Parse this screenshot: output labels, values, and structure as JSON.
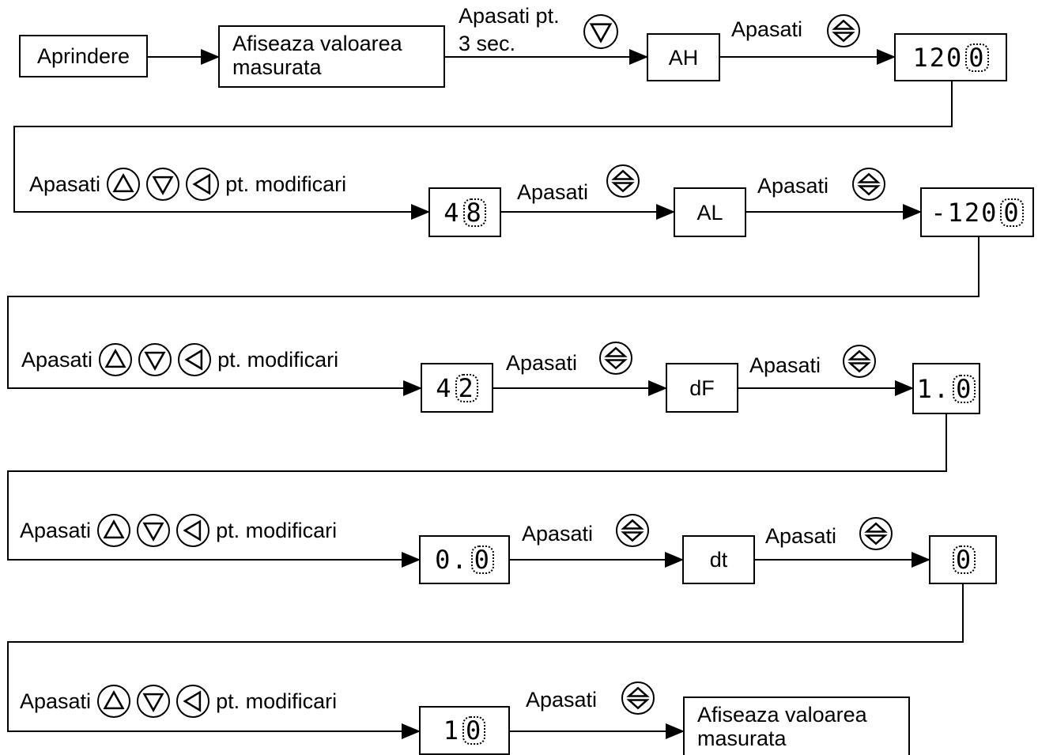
{
  "steps": {
    "power_on": "Aprindere",
    "show_measured": "Afiseaza valoarea masurata",
    "press_3sec_line1": "Apasati pt.",
    "press_3sec_line2": "3 sec.",
    "press": "Apasati",
    "modify": "pt. modificari"
  },
  "parameters": {
    "ah": "AH",
    "al": "AL",
    "df": "dF",
    "dt": "dt"
  },
  "displays": {
    "ah_limit": {
      "static": "120",
      "blink": "0"
    },
    "ah_value": {
      "static": "4",
      "blink": "8"
    },
    "al_limit": {
      "static": "-120",
      "blink": "0"
    },
    "al_value": {
      "static": "4",
      "blink": "2"
    },
    "df_limit": {
      "static": "1.",
      "blink": "0"
    },
    "df_value": {
      "static": "0.",
      "blink": "0"
    },
    "dt_limit": {
      "static": "",
      "blink": "0"
    },
    "dt_value": {
      "static": "1",
      "blink": "0"
    }
  },
  "icons": {
    "up": "up-triangle-button",
    "down": "down-triangle-button",
    "left": "left-triangle-button",
    "set": "up-down-set-button"
  }
}
